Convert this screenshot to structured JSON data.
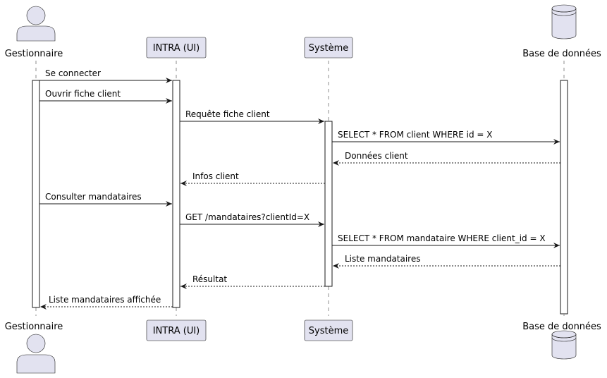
{
  "participants": {
    "gestionnaire": "Gestionnaire",
    "intra": "INTRA (UI)",
    "systeme": "Système",
    "base": "Base de données"
  },
  "messages": [
    {
      "from": "gestionnaire",
      "to": "intra",
      "label": "Se connecter",
      "style": "solid"
    },
    {
      "from": "gestionnaire",
      "to": "intra",
      "label": "Ouvrir fiche client",
      "style": "solid"
    },
    {
      "from": "intra",
      "to": "systeme",
      "label": "Requête fiche client",
      "style": "solid"
    },
    {
      "from": "systeme",
      "to": "base",
      "label": "SELECT * FROM client WHERE id = X",
      "style": "solid"
    },
    {
      "from": "base",
      "to": "systeme",
      "label": "Données client",
      "style": "dashed"
    },
    {
      "from": "systeme",
      "to": "intra",
      "label": "Infos client",
      "style": "dashed"
    },
    {
      "from": "gestionnaire",
      "to": "intra",
      "label": "Consulter mandataires",
      "style": "solid"
    },
    {
      "from": "intra",
      "to": "systeme",
      "label": "GET /mandataires?clientId=X",
      "style": "solid"
    },
    {
      "from": "systeme",
      "to": "base",
      "label": "SELECT * FROM mandataire WHERE client_id = X",
      "style": "solid"
    },
    {
      "from": "base",
      "to": "systeme",
      "label": "Liste mandataires",
      "style": "dashed"
    },
    {
      "from": "systeme",
      "to": "intra",
      "label": "Résultat",
      "style": "dashed"
    },
    {
      "from": "intra",
      "to": "gestionnaire",
      "label": "Liste mandataires affichée",
      "style": "dashed"
    }
  ]
}
